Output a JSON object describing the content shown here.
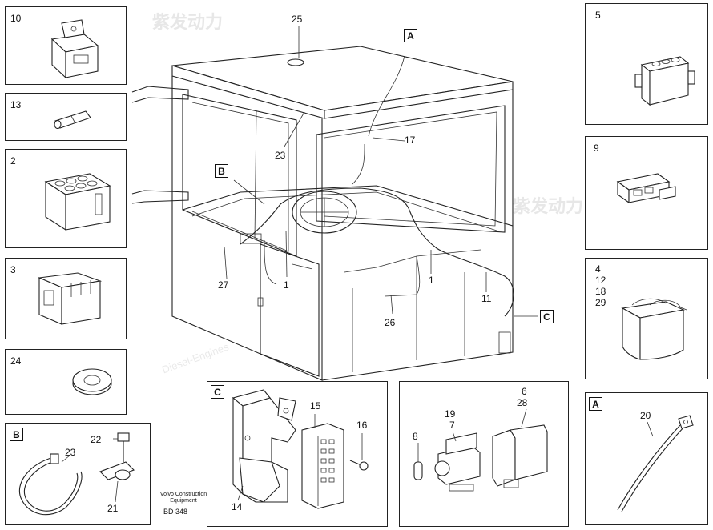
{
  "watermark": {
    "cn": "紫发动力",
    "en": "Diesel-Engines"
  },
  "main_labels": {
    "c25": "25",
    "c23": "23",
    "c17": "17",
    "c27": "27",
    "c1a": "1",
    "c1b": "1",
    "c26": "26",
    "c11": "11",
    "boxA": "A",
    "boxB": "B",
    "boxC": "C"
  },
  "panels": {
    "p10": "10",
    "p13": "13",
    "p2": "2",
    "p3": "3",
    "p24": "24",
    "pB": "B",
    "pB_23": "23",
    "pB_22": "22",
    "pB_21": "21",
    "pC": "C",
    "pC_15": "15",
    "pC_16": "16",
    "pC_14": "14",
    "p6_6": "6",
    "p6_28": "28",
    "p6_19": "19",
    "p6_7": "7",
    "p6_8": "8",
    "p5": "5",
    "p9": "9",
    "p4": [
      "4",
      "12",
      "18",
      "29"
    ],
    "pA": "A",
    "pA_20": "20"
  },
  "footer": {
    "line1": "Volvo Construction",
    "line2": "Equipment",
    "code": "BD 348"
  }
}
